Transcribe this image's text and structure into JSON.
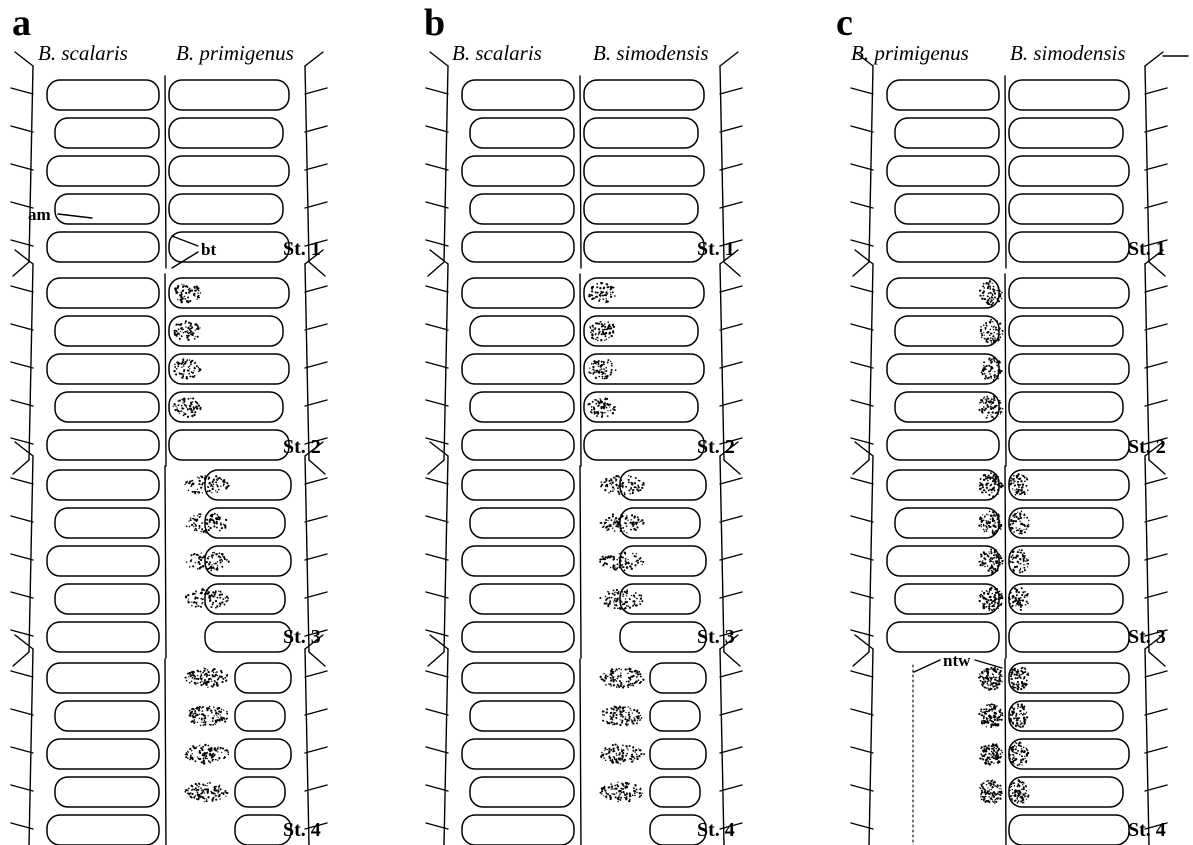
{
  "figure": {
    "panels": [
      {
        "letter": "a",
        "left_species": "B. scalaris",
        "right_species": "B. primigenus",
        "stages": [
          "St. 1",
          "St. 2",
          "St. 3",
          "St. 4"
        ]
      },
      {
        "letter": "b",
        "left_species": "B. scalaris",
        "right_species": "B. simodensis",
        "stages": [
          "St. 1",
          "St. 2",
          "St. 3",
          "St. 4"
        ]
      },
      {
        "letter": "c",
        "left_species": "B. primigenus",
        "right_species": "B. simodensis",
        "stages": [
          "St. 1",
          "St. 2",
          "St. 3",
          "St. 4"
        ]
      }
    ],
    "annotations": {
      "ampulla": "am",
      "boundary": "bt",
      "network": "ntw"
    }
  }
}
